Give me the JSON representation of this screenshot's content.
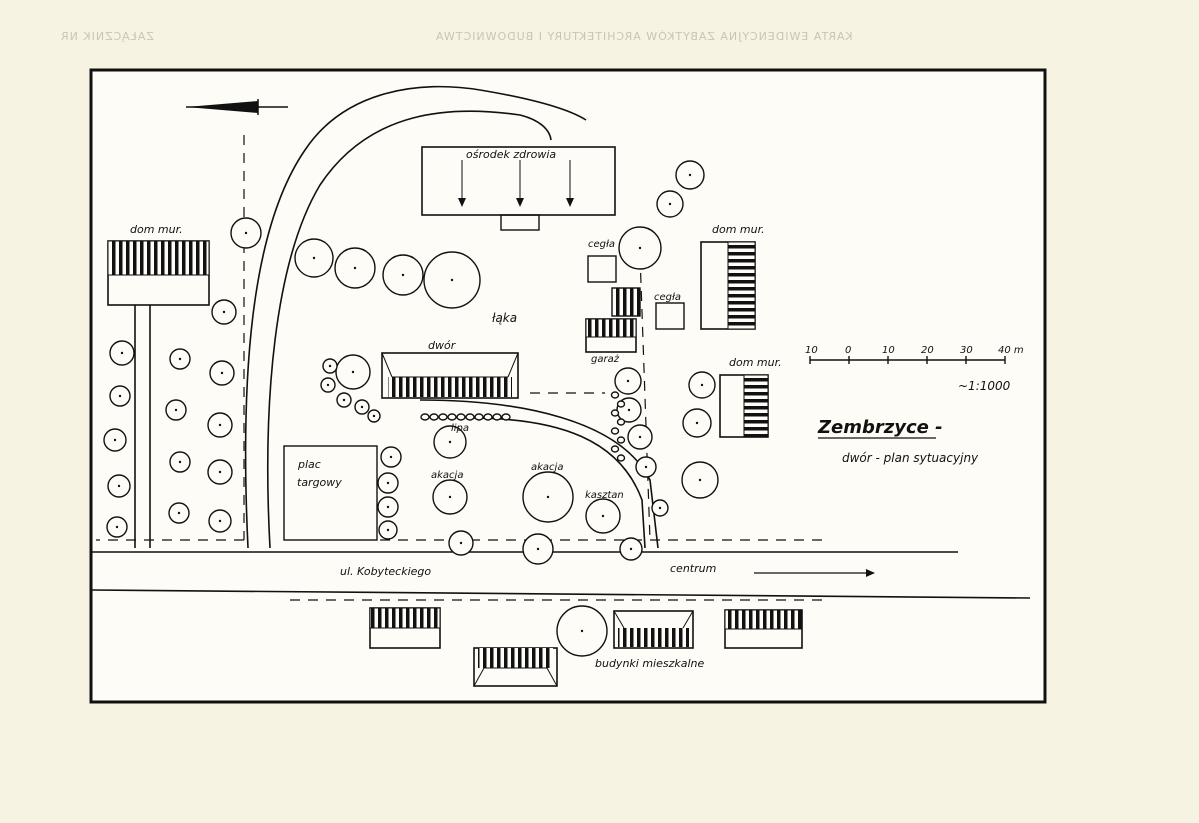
{
  "form_header": {
    "title": "KARTA EWIDENCYJNA ZABYTKÓW ARCHITEKTURY I BUDOWNICTWA",
    "annex": "ZAŁĄCZNIK NR"
  },
  "map": {
    "title": "Zembrzyce -",
    "subtitle": "dwór - plan sytuacyjny",
    "scale_ratio": "~1:1000",
    "scale_ticks": [
      "10",
      "0",
      "10",
      "20",
      "30",
      "40 m"
    ],
    "labels": {
      "health_center": "ośrodek zdrowia",
      "house_left": "dom mur.",
      "house_right_top": "dom mur.",
      "house_right_mid": "dom mur.",
      "brick_1": "cegła",
      "brick_2": "cegła",
      "garage": "garaż",
      "meadow": "łąka",
      "manor": "dwór",
      "linden": "lipa",
      "acacia_1": "akacja",
      "acacia_2": "akacja",
      "chestnut": "kasztan",
      "market_square_1": "plac",
      "market_square_2": "targowy",
      "street": "ul. Kobyteckiego",
      "center": "centrum",
      "residential": "budynki mieszkalne"
    }
  }
}
